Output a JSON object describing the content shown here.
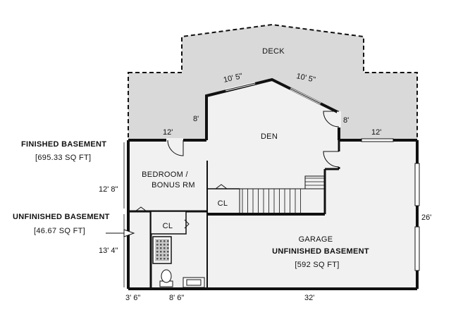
{
  "rooms": {
    "deck": "DECK",
    "den": "DEN",
    "bedroom_line1": "BEDROOM /",
    "bedroom_line2": "BONUS RM",
    "closet": "CL",
    "garage": "GARAGE",
    "garage_basement": "UNFINISHED BASEMENT",
    "garage_area": "[592 SQ FT]"
  },
  "areas": {
    "finished_title": "FINISHED BASEMENT",
    "finished_sqft": "[695.33 SQ FT]",
    "unfinished_title": "UNFINISHED BASEMENT",
    "unfinished_sqft": "[46.67 SQ FT]"
  },
  "dimensions": {
    "deck_left_edge": "10' 5\"",
    "deck_right_edge": "10' 5\"",
    "den_left_wall": "8'",
    "den_right_wall": "8'",
    "left_top_wall": "12'",
    "right_top_wall": "12'",
    "bedroom_height": "12' 8\"",
    "lower_height": "13' 4\"",
    "garage_depth": "26'",
    "bottom_left": "3' 6\"",
    "bottom_middle": "8' 6\"",
    "bottom_garage": "32'"
  },
  "colors": {
    "deck_fill": "#d9d9d9",
    "interior_fill": "#f1f1f1",
    "wall": "#111111"
  }
}
